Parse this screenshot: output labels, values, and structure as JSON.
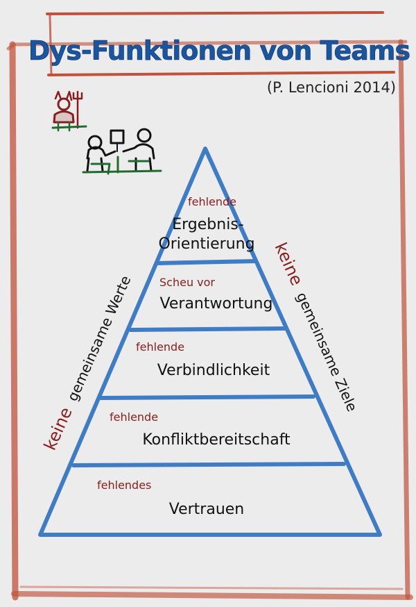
{
  "title": "Dys-Funktionen von Teams",
  "citation": "(P. Lencioni 2014)",
  "pyramid": {
    "levels": [
      {
        "qualifier": "fehlende",
        "label_line1": "Ergebnis-",
        "label_line2": "Orientierung"
      },
      {
        "qualifier": "Scheu vor",
        "label_line1": "Verantwortung",
        "label_line2": ""
      },
      {
        "qualifier": "fehlende",
        "label_line1": "Verbindlichkeit",
        "label_line2": ""
      },
      {
        "qualifier": "fehlende",
        "label_line1": "Konfliktbereitschaft",
        "label_line2": ""
      },
      {
        "qualifier": "fehlendes",
        "label_line1": "Vertrauen",
        "label_line2": ""
      }
    ],
    "left_side": {
      "red": "keine",
      "black": "gemeinsame Werte"
    },
    "right_side": {
      "red": "keine",
      "black": "gemeinsame Ziele"
    }
  },
  "colors": {
    "border_red": "#c0513a",
    "pyramid_blue": "#3f7cc6",
    "accent_red": "#8a1c1c",
    "figure_green": "#1f6b2e",
    "title_blue": "#1a55a0"
  },
  "icons": [
    "devil-figure-icon",
    "two-people-meeting-icon"
  ]
}
